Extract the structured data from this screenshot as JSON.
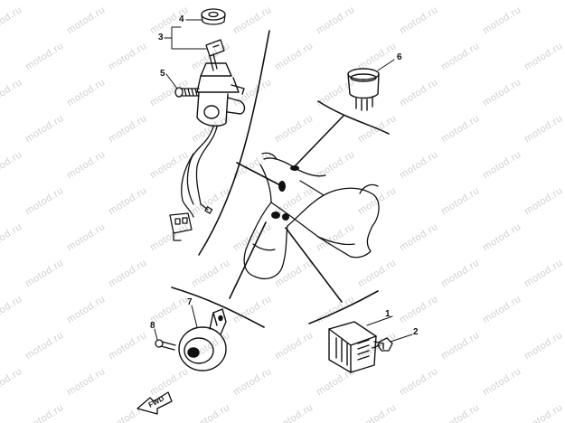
{
  "watermark": {
    "text": "motod.ru"
  },
  "callouts": {
    "c1": "1",
    "c2": "2",
    "c3": "3",
    "c4": "4",
    "c5": "5",
    "c6": "6",
    "c7": "7",
    "c8": "8"
  },
  "direction": {
    "label": "FWD"
  }
}
